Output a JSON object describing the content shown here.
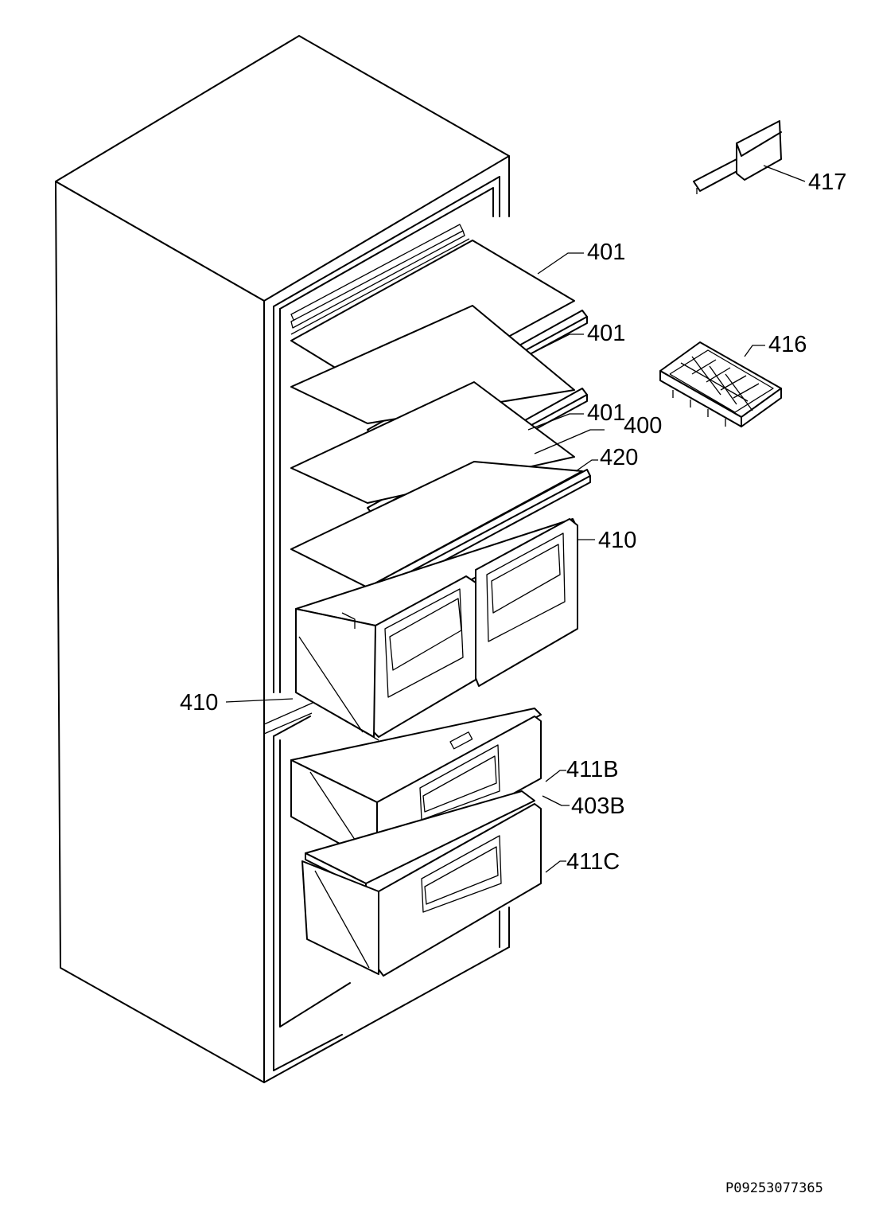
{
  "labels": {
    "l417": "417",
    "l401a": "401",
    "l401b": "401",
    "l416": "416",
    "l401c": "401",
    "l400": "400",
    "l420": "420",
    "l410r": "410",
    "l410l": "410",
    "l411b": "411B",
    "l403b": "403B",
    "l411c": "411C"
  },
  "footer": {
    "code": "P09253077365"
  },
  "colors": {
    "ink": "#000000",
    "paper": "#ffffff"
  }
}
